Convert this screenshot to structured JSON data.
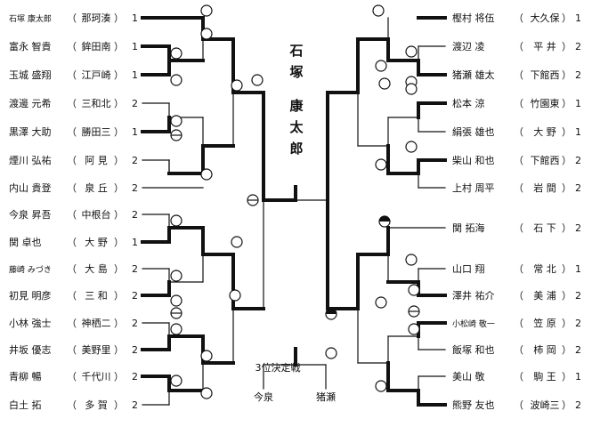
{
  "champion": [
    "石",
    "塚",
    "康",
    "太",
    "郎"
  ],
  "left": [
    {
      "name": "石塚 康太郎",
      "school": "那珂湊",
      "result": "1",
      "small": true
    },
    {
      "name": "富永 智貴",
      "school": "鉾田南",
      "result": "1"
    },
    {
      "name": "玉城 盛翔",
      "school": "江戸崎",
      "result": "1"
    },
    {
      "name": "渡邊 元希",
      "school": "三和北",
      "result": "2"
    },
    {
      "name": "黒澤 大助",
      "school": "勝田三",
      "result": "1"
    },
    {
      "name": "煙川 弘祐",
      "school": "阿 見",
      "result": "2"
    },
    {
      "name": "内山 貴登",
      "school": "泉 丘",
      "result": "2"
    },
    {
      "name": "今泉 昇吾",
      "school": "中根台",
      "result": "2"
    },
    {
      "name": "関 卓也",
      "school": "大 野",
      "result": "1"
    },
    {
      "name": "藤崎 みづき",
      "school": "大 島",
      "result": "2",
      "small": true
    },
    {
      "name": "初見 明彦",
      "school": "三 和",
      "result": "2"
    },
    {
      "name": "小林 強士",
      "school": "神栖二",
      "result": "2"
    },
    {
      "name": "井坂 優志",
      "school": "美野里",
      "result": "2"
    },
    {
      "name": "青柳 暢",
      "school": "千代川",
      "result": "2"
    },
    {
      "name": "白土 拓",
      "school": "多 賀",
      "result": "2"
    }
  ],
  "right": [
    {
      "name": "樫村 将伍",
      "school": "大久保",
      "result": "1"
    },
    {
      "name": "渡辺 凌",
      "school": "平 井",
      "result": "2"
    },
    {
      "name": "猪瀬 雄太",
      "school": "下館西",
      "result": "2"
    },
    {
      "name": "松本 涼",
      "school": "竹園東",
      "result": "1"
    },
    {
      "name": "絹張 雄也",
      "school": "大 野",
      "result": "1"
    },
    {
      "name": "柴山 和也",
      "school": "下館西",
      "result": "2"
    },
    {
      "name": "上村 周平",
      "school": "岩 間",
      "result": "2"
    },
    {
      "name": "関 拓海",
      "school": "石 下",
      "result": "2"
    },
    {
      "name": "山口 翔",
      "school": "常 北",
      "result": "1"
    },
    {
      "name": "澤井 祐介",
      "school": "美 浦",
      "result": "2"
    },
    {
      "name": "小松崎 敬一",
      "school": "笠 原",
      "result": "2",
      "small": true
    },
    {
      "name": "飯塚 和也",
      "school": "柿 岡",
      "result": "2"
    },
    {
      "name": "美山 敬",
      "school": "駒 王",
      "result": "1"
    },
    {
      "name": "熊野 友也",
      "school": "波崎三",
      "result": "2"
    }
  ],
  "third_place": {
    "title": "3位決定戦",
    "left": "今泉",
    "right": "猪瀬"
  }
}
